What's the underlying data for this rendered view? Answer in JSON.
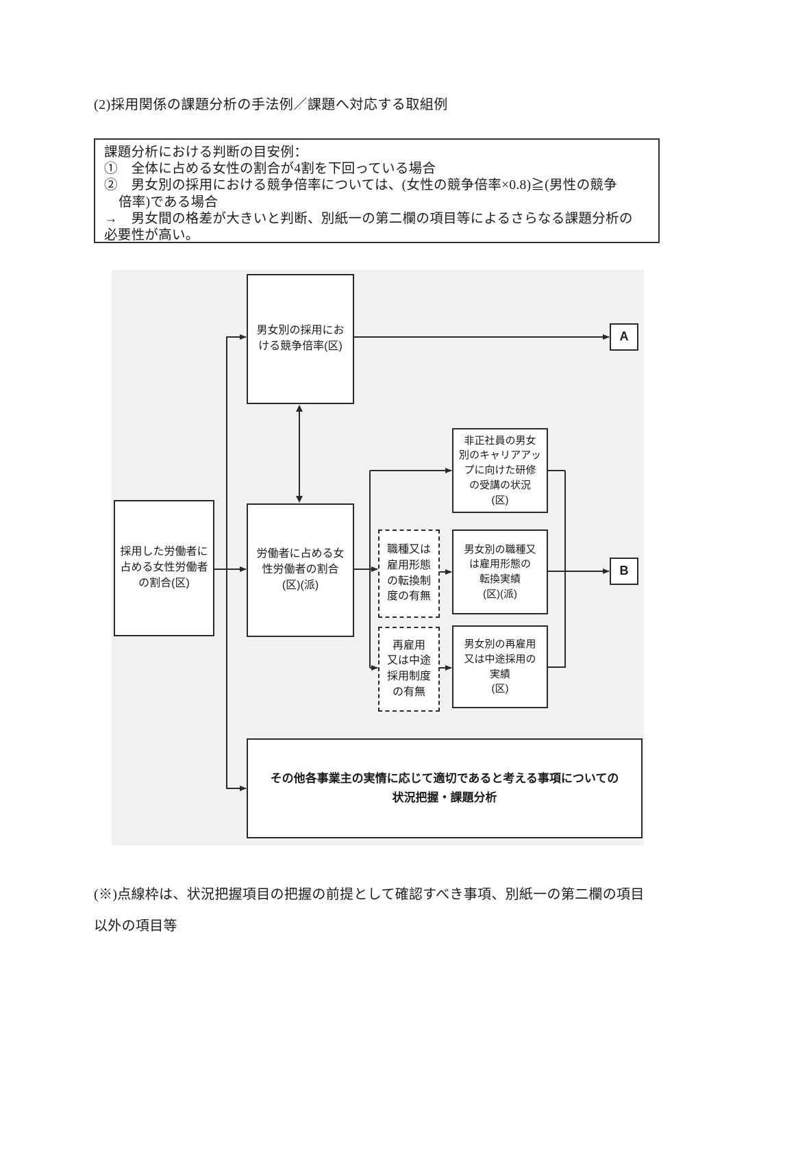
{
  "page": {
    "title": "(2)採用関係の課題分析の手法例／課題へ対応する取組例",
    "footnote_lines": [
      "(※)点線枠は、状況把握項目の把握の前提として確認すべき事項、別紙一の第二欄の項目",
      "以外の項目等"
    ]
  },
  "note": {
    "lines": [
      "課題分析における判断の目安例：",
      "①　全体に占める女性の割合が4割を下回っている場合",
      "②　男女別の採用における競争倍率については、(女性の競争倍率×0.8)≧(男性の競争",
      "倍率)である場合",
      "→　男女間の格差が大きいと判断、別紙一の第二欄の項目等によるさらなる課題分析の",
      "必要性が高い。"
    ]
  },
  "diagram": {
    "boxes": {
      "competition_ratio": "男女別の採用にお\nける競争倍率(区)",
      "hired_female_ratio": "採用した労働者に\n占める女性労働者\nの割合(区)",
      "worker_female_ratio": "労働者に占める女\n性労働者の割合\n(区)(派)",
      "conversion_system": "職種又は\n雇用形態\nの転換制\n度の有無",
      "career_training": "非正社員の男女\n別のキャリアアッ\nプに向けた研修\nの受講の状況\n(区)",
      "conversion_results": "男女別の職種又\nは雇用形態の\n転換実績\n(区)(派)",
      "rehire_system": "再雇用\n又は中途\n採用制度\nの有無",
      "rehire_results": "男女別の再雇用\n又は中途採用の\n実績\n(区)",
      "other_items": "その他各事業主の実情に応じて適切であると考える事項についての\n状況把握・課題分析"
    },
    "endpoints": {
      "a": "A",
      "b": "B"
    }
  }
}
